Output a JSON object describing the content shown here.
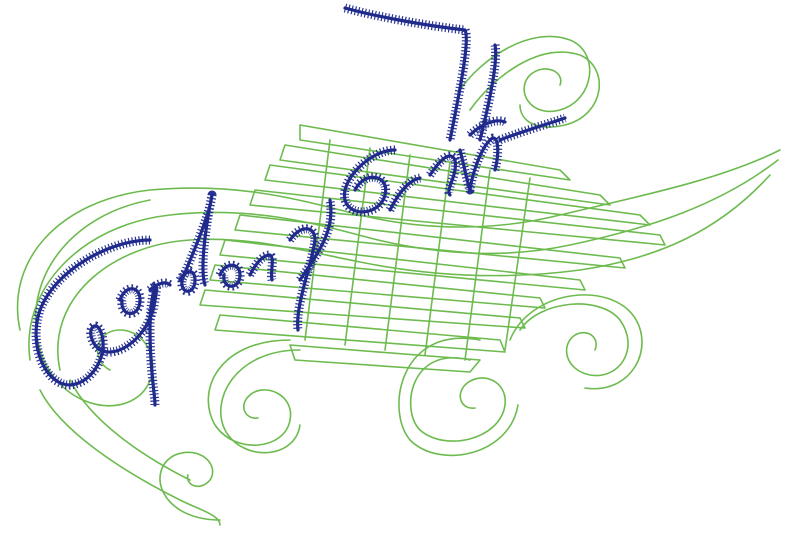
{
  "artwork": {
    "signature_text": "Gordon J Smith",
    "colors": {
      "background": "#ffffff",
      "ornament": "#6dbb4f",
      "signature": "#1f2a8c"
    },
    "elements": [
      "swirl-ornament",
      "lattice-band",
      "embroidered-signature"
    ]
  }
}
